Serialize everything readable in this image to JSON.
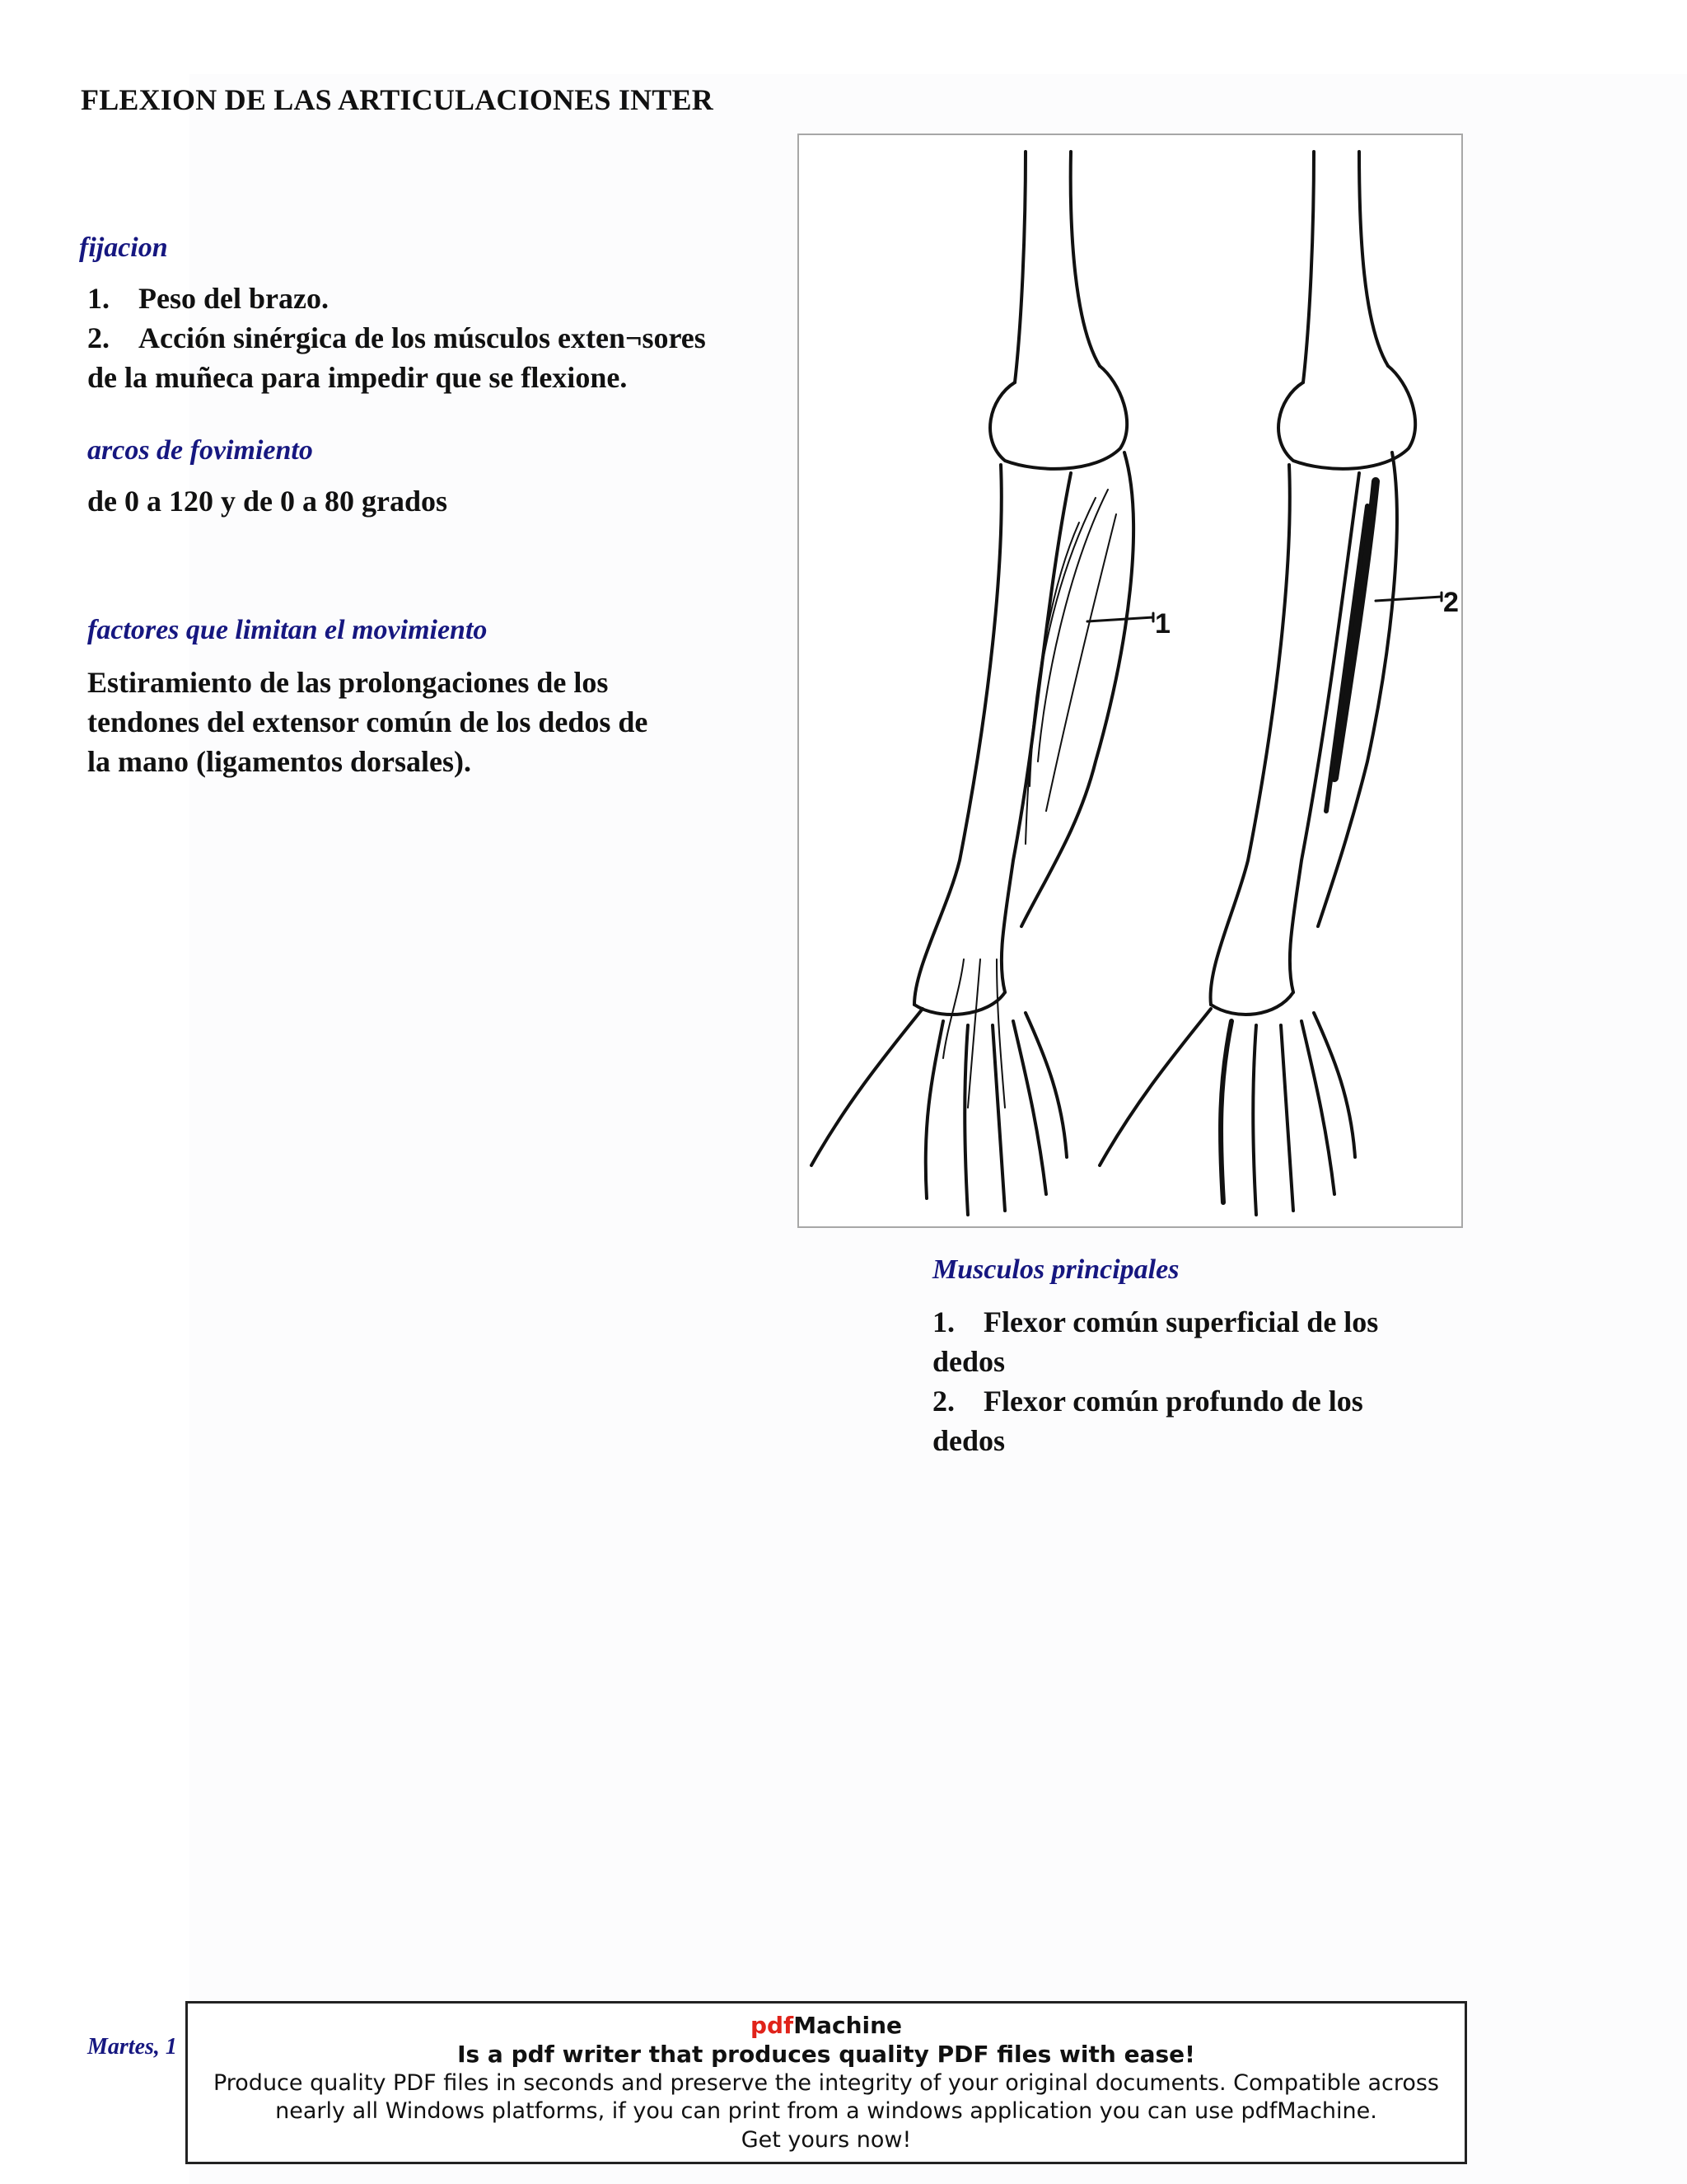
{
  "document": {
    "title": "FLEXION DE LAS ARTICULACIONES INTER",
    "fijacion": {
      "heading": "fijacion",
      "items": [
        {
          "num": "1.",
          "text": "Peso del brazo."
        },
        {
          "num": "2.",
          "text": "Acción sinérgica de los músculos exten¬sores"
        }
      ],
      "continuation": "de la muñeca para impedir que se flexione."
    },
    "arcos": {
      "heading": "arcos de fovimiento",
      "text": "de 0 a 120 y de 0 a 80 grados"
    },
    "factores": {
      "heading": "factores que limitan el movimiento",
      "lines": [
        "Estiramiento de las prolongaciones de los",
        "tendones del extensor común de los dedos de",
        "la mano (ligamentos dorsales)."
      ]
    },
    "musculos": {
      "heading": "Musculos principales",
      "items": [
        {
          "num": "1.",
          "line1": "Flexor común superficial de los",
          "line2": "dedos"
        },
        {
          "num": "2.",
          "line1": "Flexor común profundo de los",
          "line2": "dedos"
        }
      ]
    },
    "figure": {
      "labels": [
        "1",
        "2"
      ]
    },
    "footer_date": "Martes, 1"
  },
  "banner": {
    "brand_prefix": "pdf",
    "brand_suffix": "Machine",
    "tagline": "Is a pdf writer that produces quality PDF files with ease!",
    "desc_line1": "Produce quality PDF files in seconds and preserve the integrity of your original documents. Compatible across",
    "desc_line2": "nearly all Windows platforms, if you can print from a windows application you can use pdfMachine.",
    "cta": "Get yours now!"
  },
  "colors": {
    "heading": "#161780",
    "brand_red": "#e0231a"
  }
}
